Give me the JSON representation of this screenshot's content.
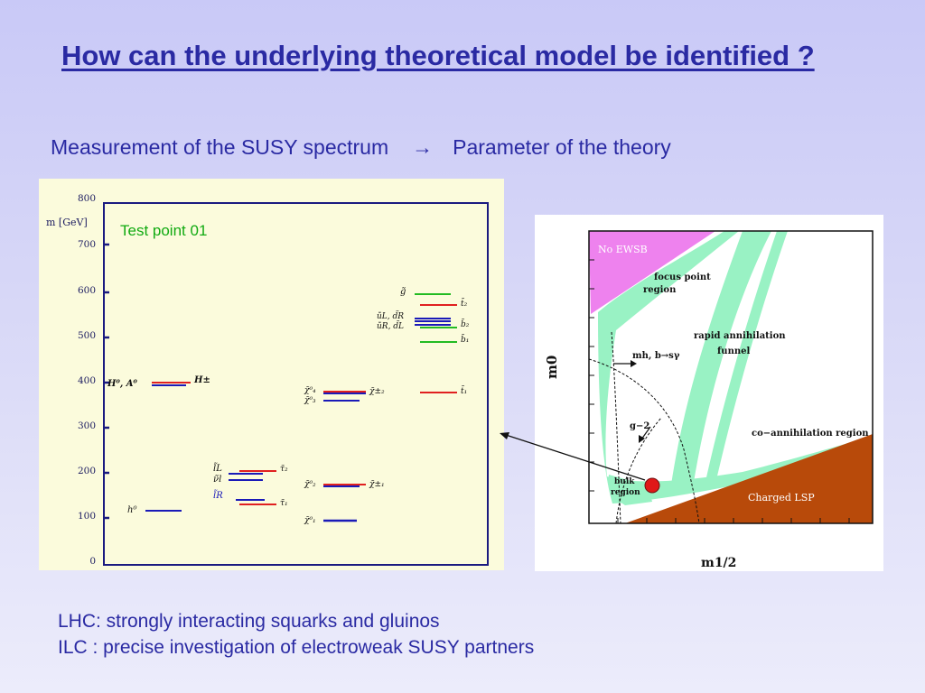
{
  "slide": {
    "title": "How can the underlying theoretical model be identified ?",
    "subtitle_left": "Measurement of the SUSY spectrum",
    "arrow": "→",
    "subtitle_right": "Parameter of the theory",
    "bullet_1": "LHC: strongly interacting squarks and gluinos",
    "bullet_2": "ILC : precise investigation of electroweak SUSY partners"
  },
  "spectrum": {
    "test_point": "Test point 01",
    "y_axis_label": "m [GeV]",
    "y_ticks": [
      "800",
      "700",
      "600",
      "500",
      "400",
      "300",
      "200",
      "100",
      "0"
    ],
    "labels": {
      "gluino": "g̃",
      "stop2": "t̃₂",
      "squarks_1": "ũL, d̃R",
      "squarks_2": "ũR, d̃L",
      "sbottom2": "b̃₂",
      "sbottom1": "b̃₁",
      "stop1": "t̃₁",
      "heavy_higgs": "H⁰, A⁰",
      "charged_higgs": "H±",
      "neutralino4": "χ̃⁰₄",
      "neutralino3": "χ̃⁰₃",
      "chargino2": "χ̃±₂",
      "slepton_L": "l̃L",
      "sneutrino": "ν̃l",
      "stau2": "τ̃₂",
      "slepton_R": "l̃R",
      "stau1": "τ̃₁",
      "neutralino2": "χ̃⁰₂",
      "chargino1": "χ̃±₁",
      "light_higgs": "h⁰",
      "neutralino1": "χ̃⁰₁"
    },
    "colors": {
      "red": "#e02020",
      "blue": "#1a1ab8",
      "green": "#22bb22"
    }
  },
  "msugra_plane": {
    "region_no_ewsb": "No EWSB",
    "region_focus_point_1": "focus point",
    "region_focus_point_2": "region",
    "region_rapid_annihilation_1": "rapid annihilation",
    "region_rapid_annihilation_2": "funnel",
    "constraint_mh_bsg": "mh, b→sγ",
    "constraint_g2": "g−2",
    "region_coannihilation": "co−annihilation region",
    "region_bulk_1": "bulk",
    "region_bulk_2": "region",
    "region_charged_lsp": "Charged LSP",
    "x_axis_label": "m1/2",
    "y_axis_label": "m0",
    "colors": {
      "no_ewsb": "#ee82ee",
      "charged_lsp": "#b84a0a",
      "allowed": "#99f2c4",
      "marker": "#e01818"
    }
  }
}
